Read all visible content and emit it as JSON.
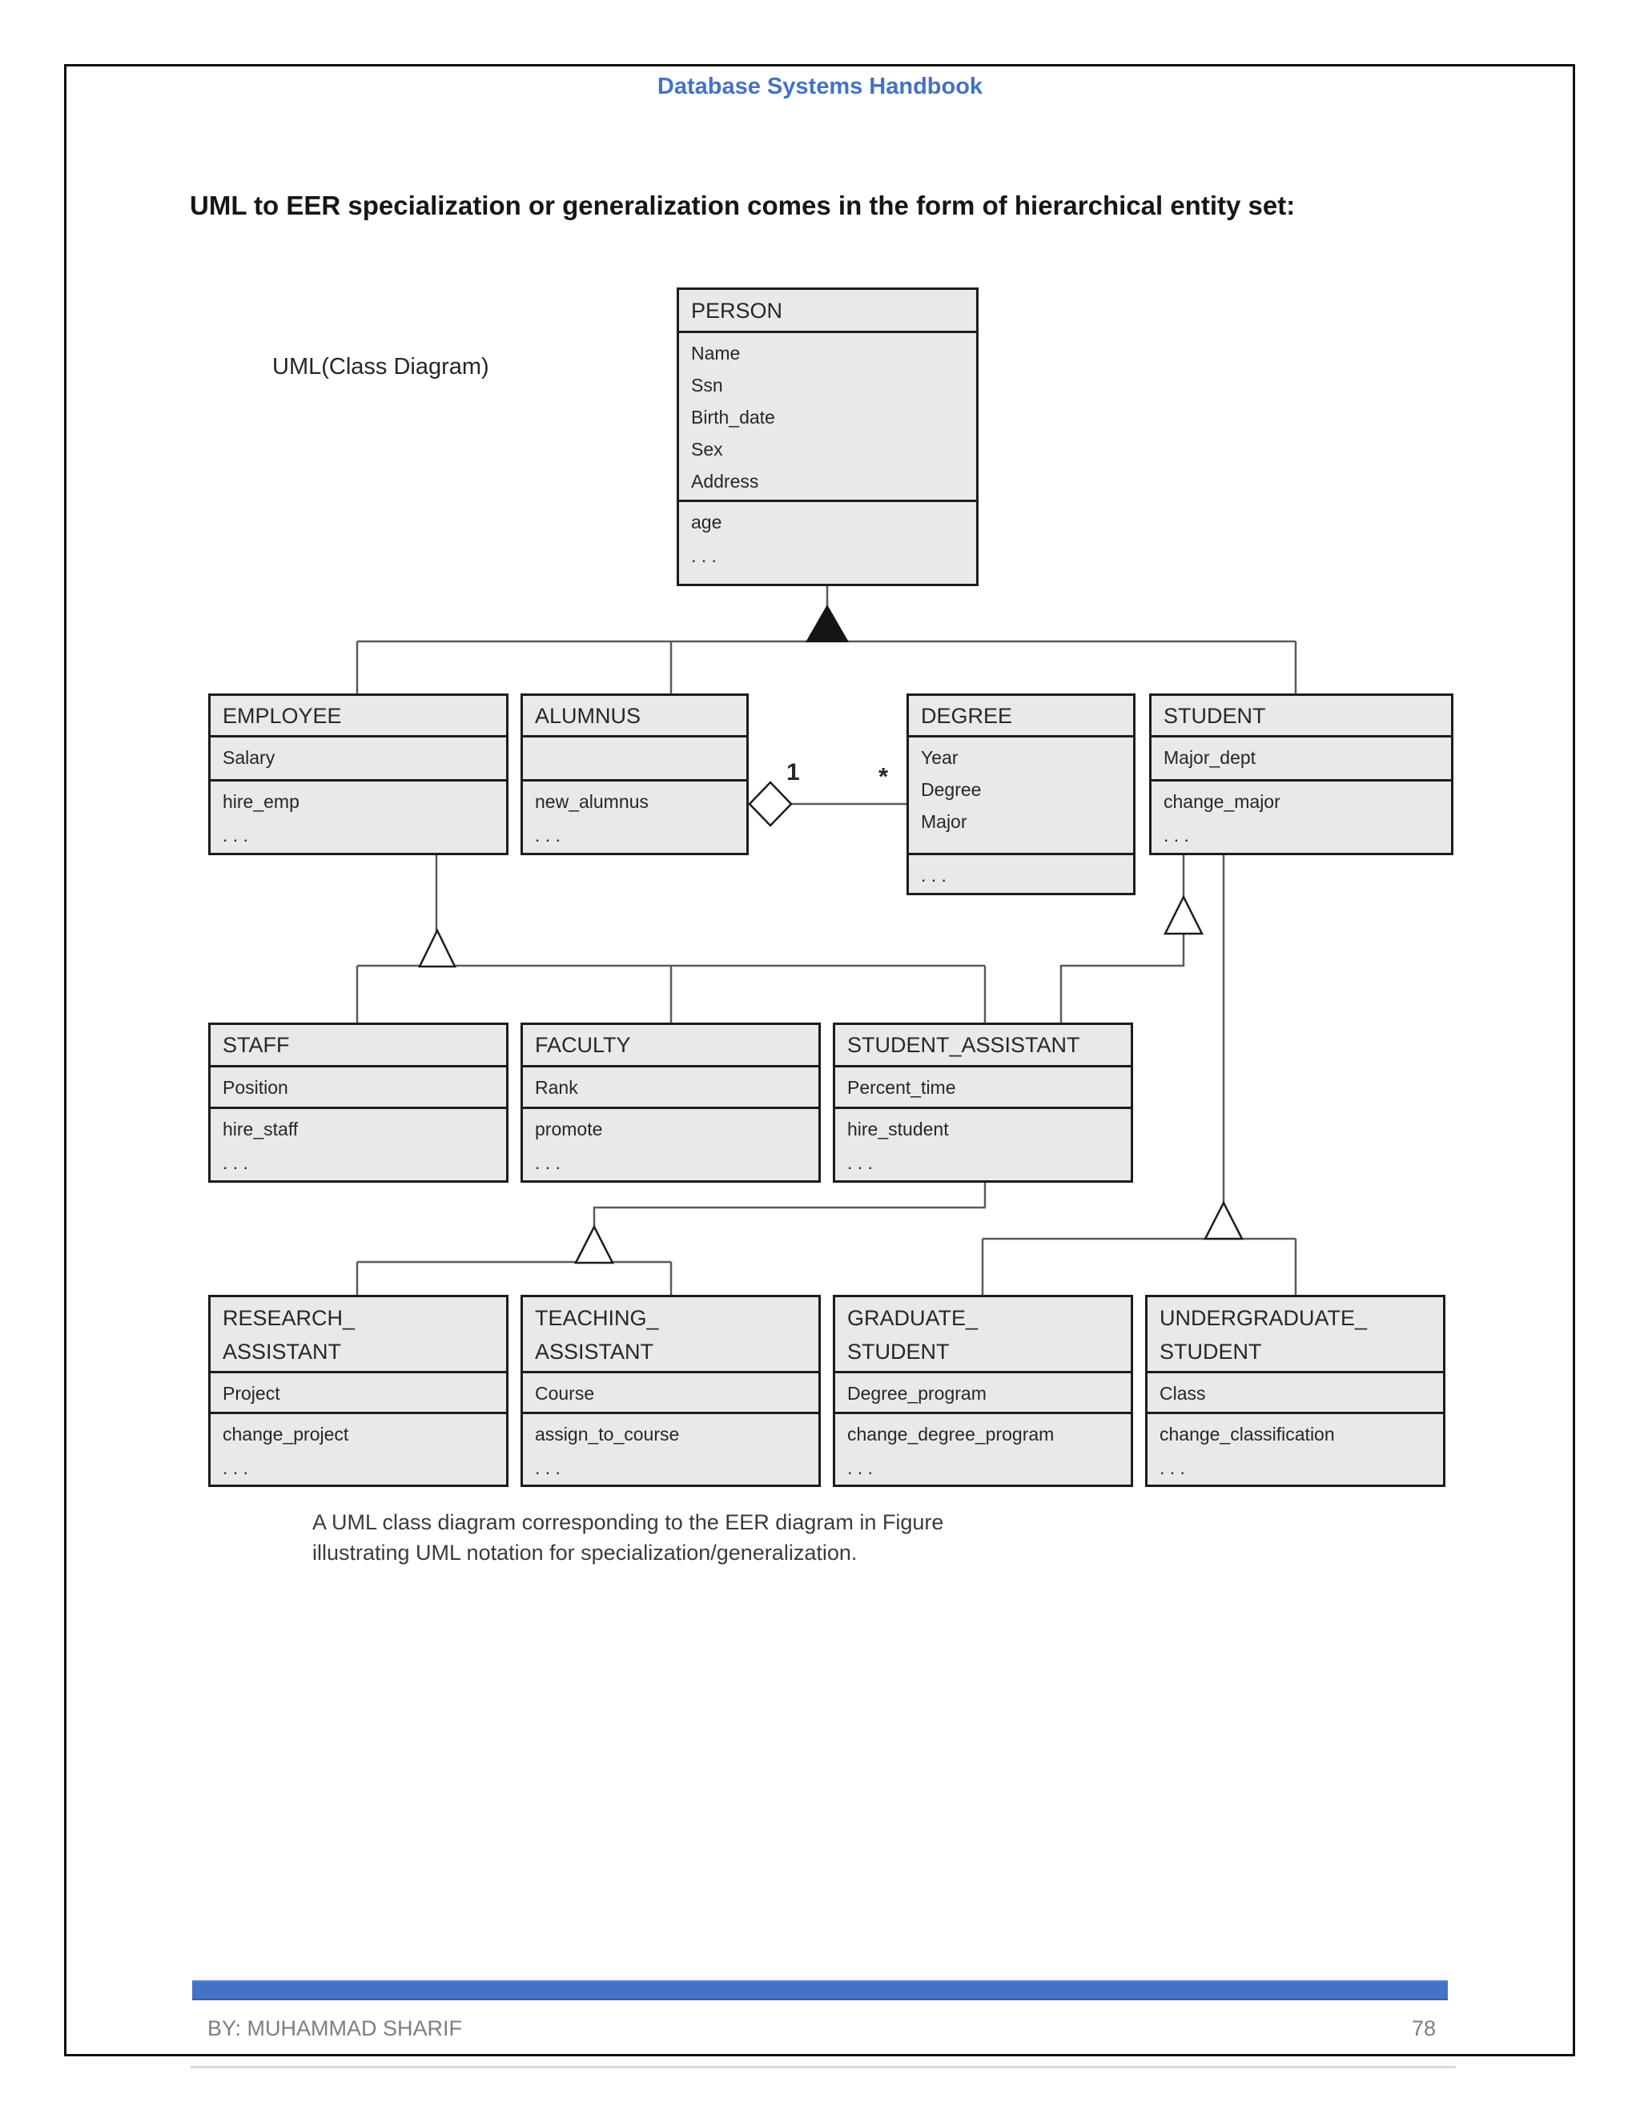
{
  "page": {
    "header_title": "Database Systems Handbook",
    "heading": "UML to EER specialization or generalization comes in the form of hierarchical entity set:",
    "footer_author": "BY: MUHAMMAD SHARIF",
    "footer_page_number": "78",
    "accent_color": "#4472c4"
  },
  "diagram": {
    "label": "UML(Class Diagram)",
    "caption_line1": "A UML class diagram corresponding to the EER diagram in Figure",
    "caption_line2": "illustrating UML notation for specialization/generalization.",
    "association": {
      "multiplicity_one": "1",
      "multiplicity_many": "*"
    },
    "classes": {
      "person": {
        "title": "PERSON",
        "attributes": [
          "Name",
          "Ssn",
          "Birth_date",
          "Sex",
          "Address"
        ],
        "operations": [
          "age",
          ". . ."
        ]
      },
      "employee": {
        "title": "EMPLOYEE",
        "attributes": [
          "Salary"
        ],
        "operations": [
          "hire_emp",
          ". . ."
        ]
      },
      "alumnus": {
        "title": "ALUMNUS",
        "attributes": [],
        "operations": [
          "new_alumnus",
          ". . ."
        ]
      },
      "degree": {
        "title": "DEGREE",
        "attributes": [
          "Year",
          "Degree",
          "Major"
        ],
        "operations": [
          ". . ."
        ]
      },
      "student": {
        "title": "STUDENT",
        "attributes": [
          "Major_dept"
        ],
        "operations": [
          "change_major",
          ". . ."
        ]
      },
      "staff": {
        "title": "STAFF",
        "attributes": [
          "Position"
        ],
        "operations": [
          "hire_staff",
          ". . ."
        ]
      },
      "faculty": {
        "title": "FACULTY",
        "attributes": [
          "Rank"
        ],
        "operations": [
          "promote",
          ". . ."
        ]
      },
      "student_assistant": {
        "title": "STUDENT_ASSISTANT",
        "attributes": [
          "Percent_time"
        ],
        "operations": [
          "hire_student",
          ". . ."
        ]
      },
      "research_assistant": {
        "title": "RESEARCH_\nASSISTANT",
        "attributes": [
          "Project"
        ],
        "operations": [
          "change_project",
          ". . ."
        ]
      },
      "teaching_assistant": {
        "title": "TEACHING_\nASSISTANT",
        "attributes": [
          "Course"
        ],
        "operations": [
          "assign_to_course",
          ". . ."
        ]
      },
      "graduate_student": {
        "title": "GRADUATE_\nSTUDENT",
        "attributes": [
          "Degree_program"
        ],
        "operations": [
          "change_degree_program",
          ". . ."
        ]
      },
      "undergraduate_student": {
        "title": "UNDERGRADUATE_\nSTUDENT",
        "attributes": [
          "Class"
        ],
        "operations": [
          "change_classification",
          ". . ."
        ]
      }
    }
  }
}
